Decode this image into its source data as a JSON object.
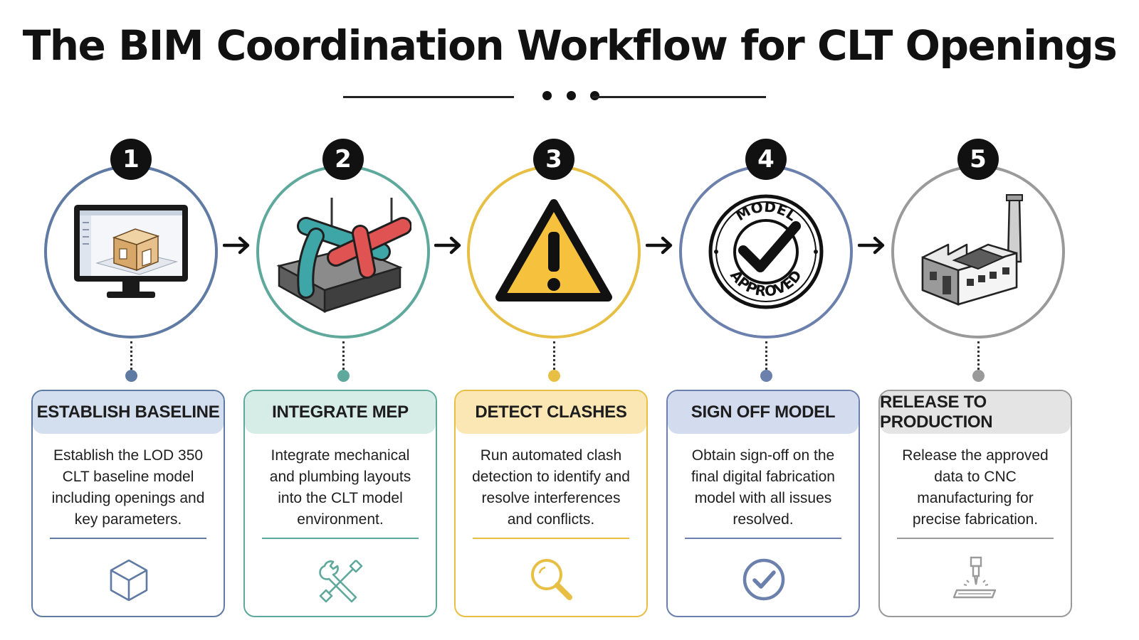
{
  "title": "The BIM Coordination Workflow for CLT Openings",
  "steps": [
    {
      "number": "1",
      "heading": "ESTABLISH BASELINE",
      "description": "Establish the LOD 350 CLT baseline model including openings and key parameters.",
      "illustration": "monitor-with-clt-model",
      "icon": "cube-icon",
      "accent": "#5f7aa3",
      "header_bg": "#d3deee"
    },
    {
      "number": "2",
      "heading": "INTEGRATE MEP",
      "description": "Integrate mechanical and plumbing layouts into the CLT model environment.",
      "illustration": "pipes-through-beam",
      "icon": "wrench-screwdriver-icon",
      "accent": "#5fa89c",
      "header_bg": "#d6ece7"
    },
    {
      "number": "3",
      "heading": "DETECT CLASHES",
      "description": "Run automated clash detection to identify and resolve interferences and conflicts.",
      "illustration": "warning-triangle",
      "icon": "magnifier-icon",
      "accent": "#e8bf45",
      "header_bg": "#fbe7b3"
    },
    {
      "number": "4",
      "heading": "SIGN OFF MODEL",
      "description": "Obtain sign-off on the final digital fabrication model with all issues resolved.",
      "illustration": "approved-stamp",
      "stamp_top": "MODEL",
      "stamp_bottom": "APPROVED",
      "icon": "check-circle-icon",
      "accent": "#6c80ad",
      "header_bg": "#d3dbee"
    },
    {
      "number": "5",
      "heading": "RELEASE TO PRODUCTION",
      "description": "Release the approved data to CNC manufacturing for precise fabrication.",
      "illustration": "factory-building",
      "icon": "cnc-mill-icon",
      "accent": "#9a9a9a",
      "header_bg": "#e4e4e4"
    }
  ]
}
